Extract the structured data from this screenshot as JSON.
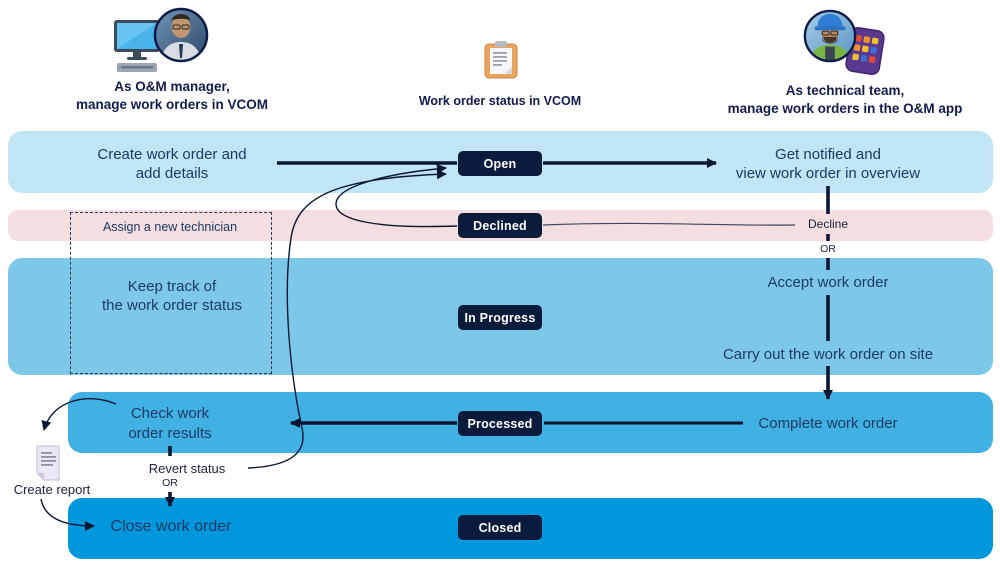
{
  "palette": {
    "navy_line": "#0a1733",
    "badge_bg": "#0a1b3c",
    "header_text": "#101c4d",
    "body_text": "#1c3a64",
    "band_open": "#c2e5f6",
    "band_declined": "#f4dedf",
    "band_in_progress": "#7dc8e8",
    "band_processed": "#41b1e4",
    "band_closed": "#0097dc"
  },
  "headers": {
    "manager": {
      "line1": "As O&M manager,",
      "line2": "manage work orders in VCOM"
    },
    "status": {
      "title": "Work order status in VCOM"
    },
    "technician": {
      "line1": "As technical team,",
      "line2": "manage work orders in the O&M app"
    }
  },
  "icons": {
    "manager": [
      "monitor-icon",
      "manager-avatar"
    ],
    "status": [
      "clipboard-icon"
    ],
    "technician": [
      "technician-avatar",
      "mobile-app-icon"
    ],
    "report": [
      "report-document-icon"
    ]
  },
  "badges": {
    "open": "Open",
    "declined": "Declined",
    "in_progress": "In Progress",
    "processed": "Processed",
    "closed": "Closed"
  },
  "lanes": {
    "open": {
      "manager": {
        "line1": "Create work order and",
        "line2": "add details"
      },
      "technician": {
        "line1": "Get notified and",
        "line2": "view work order in overview"
      }
    },
    "declined": {
      "manager_note": "Assign a new technician",
      "technician_action": "Decline",
      "or": "OR"
    },
    "in_progress": {
      "manager": {
        "line1": "Keep track of",
        "line2": "the work order status"
      },
      "accept": "Accept work order",
      "carry_out": "Carry out the work order on site"
    },
    "processed": {
      "manager": {
        "line1": "Check work",
        "line2": "order results"
      },
      "complete": "Complete work order",
      "revert": "Revert status",
      "or": "OR",
      "create_report": "Create report"
    },
    "closed": {
      "manager": "Close work order"
    }
  }
}
